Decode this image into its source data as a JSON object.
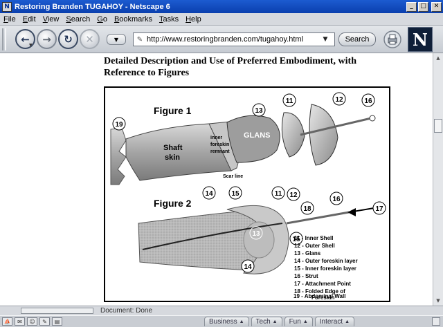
{
  "window": {
    "title": "Restoring Branden TUGAHOY - Netscape 6"
  },
  "menu": {
    "items": [
      "File",
      "Edit",
      "View",
      "Search",
      "Go",
      "Bookmarks",
      "Tasks",
      "Help"
    ]
  },
  "toolbar": {
    "url": "http://www.restoringbranden.com/tugahoy.html",
    "search_label": "Search",
    "logo": "N"
  },
  "page": {
    "heading": "Detailed Description and Use of Preferred Embodiment, with Reference to Figures"
  },
  "figure": {
    "fig1_title": "Figure 1",
    "fig2_title": "Figure 2",
    "shaft_label_1": "Shaft",
    "shaft_label_2": "skin",
    "remnant_1": "inner",
    "remnant_2": "foreskin",
    "remnant_3": "remnant",
    "glans": "GLANS",
    "scar": "Scar line",
    "callouts_fig1": [
      "19",
      "13",
      "11",
      "12",
      "16"
    ],
    "callouts_fig2": [
      "14",
      "15",
      "11",
      "12",
      "18",
      "16",
      "17",
      "13",
      "15",
      "14"
    ],
    "legend": [
      "11 - Inner Shell",
      "12 - Outer Shell",
      "13 - Glans",
      "14 - Outer foreskin layer",
      "15 - Inner foreskin layer",
      "16 - Strut",
      "17 - Attachment Point",
      "18 - Folded Edge of",
      "Foreskin",
      "19 - Abdominal Wall"
    ]
  },
  "status": {
    "text": "Document: Done"
  },
  "taskbar": {
    "tabs": [
      "Business",
      "Tech",
      "Fun",
      "Interact"
    ]
  },
  "colors": {
    "titlebar": "#0a3fae",
    "chrome": "#d6d9de",
    "logo_bg": "#0f1f38"
  }
}
